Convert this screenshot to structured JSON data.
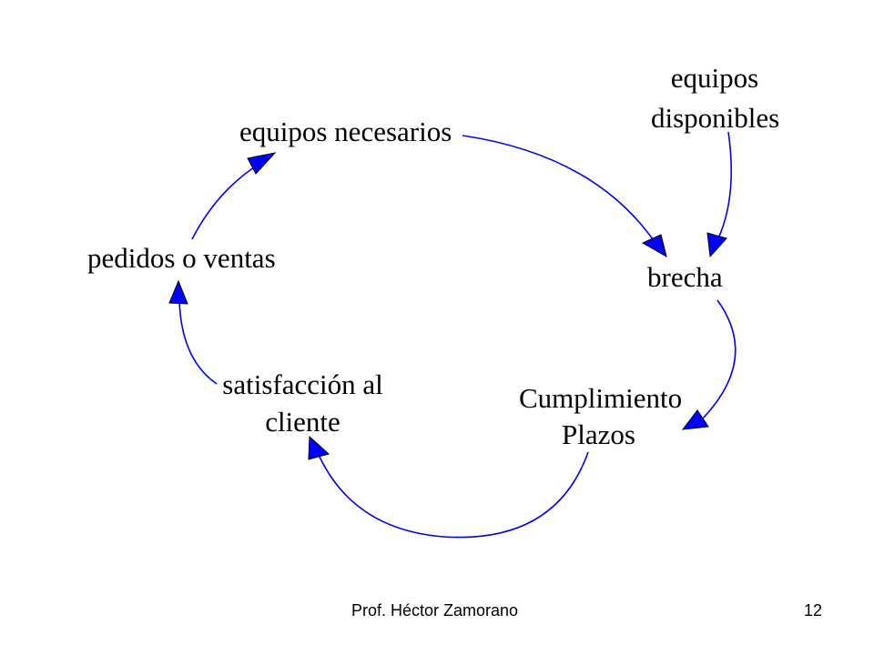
{
  "diagram": {
    "nodes": {
      "equipos_necesarios": "equipos necesarios",
      "equipos_disponibles": [
        "equipos",
        "disponibles"
      ],
      "pedidos_o_ventas": "pedidos o ventas",
      "brecha": "brecha",
      "satisfaccion_cliente": [
        "satisfacción al",
        "cliente"
      ],
      "cumplimiento_plazos": [
        "Cumplimiento",
        "Plazos"
      ]
    },
    "arrow_color": "#0000ff",
    "text_color": "#000000"
  },
  "footer": {
    "author": "Prof. Héctor Zamorano",
    "page_number": "12"
  }
}
